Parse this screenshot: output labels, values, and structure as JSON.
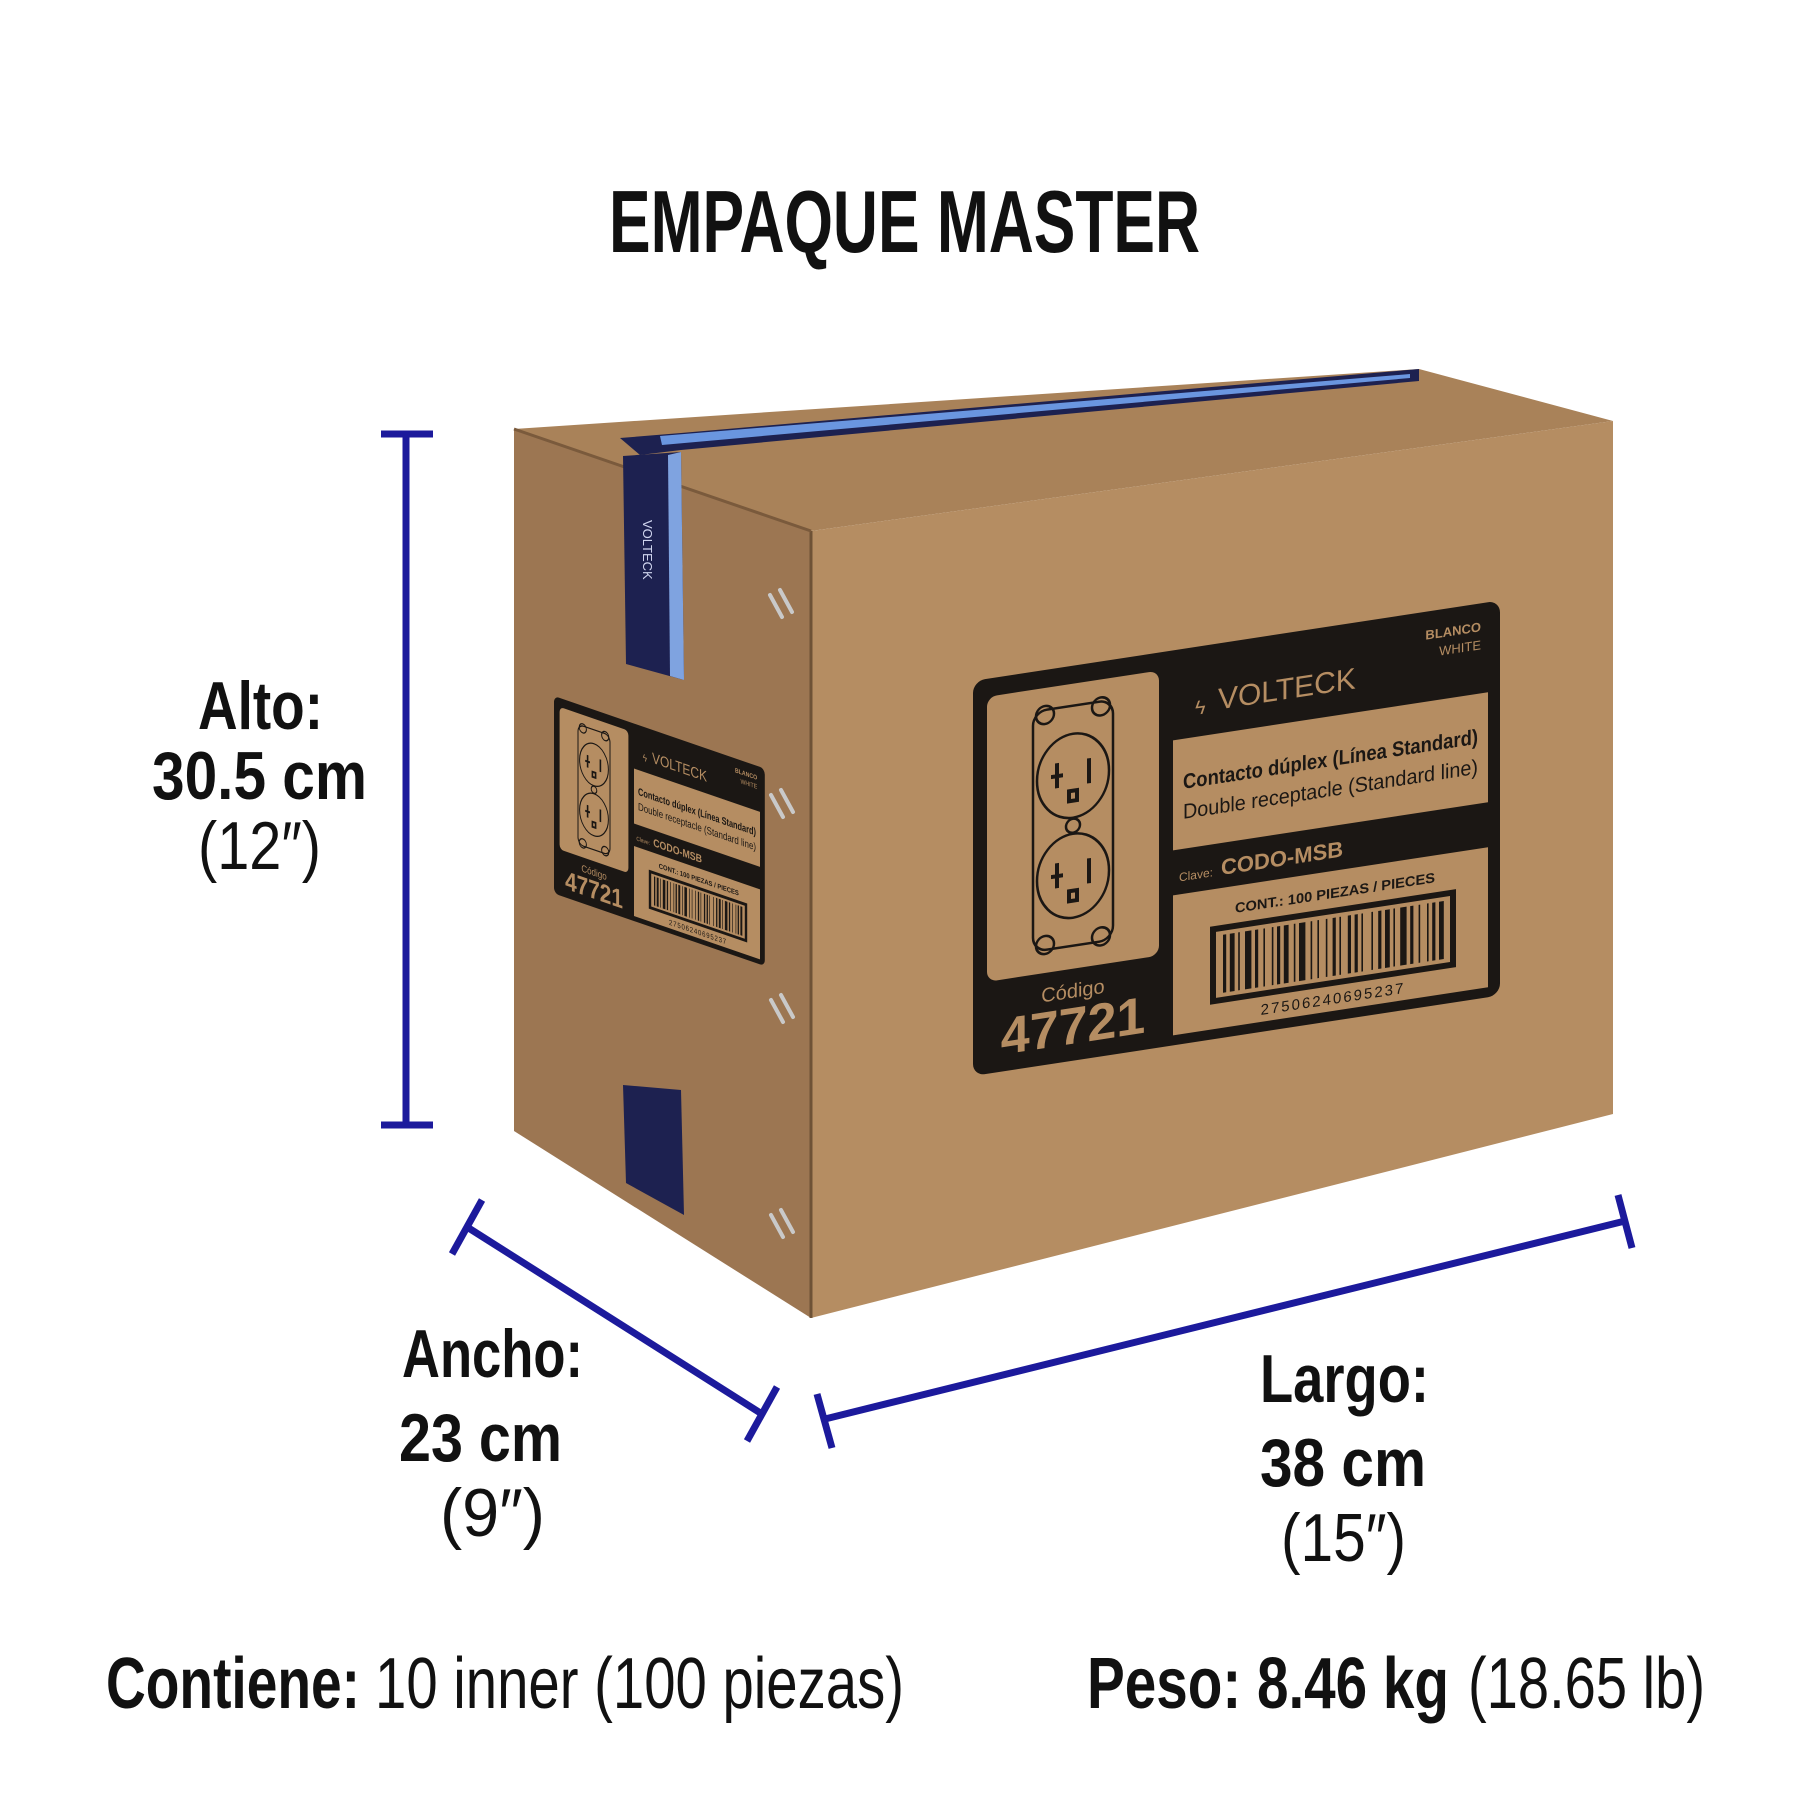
{
  "title": "EMPAQUE MASTER",
  "dimensions": {
    "alto": {
      "label": "Alto:",
      "metric": "30.5 cm",
      "imperial": "(12″)"
    },
    "ancho": {
      "label": "Ancho:",
      "metric": "23 cm",
      "imperial": "(9″)"
    },
    "largo": {
      "label": "Largo:",
      "metric": "38 cm",
      "imperial": "(15″)"
    }
  },
  "footer": {
    "contents_label": "Contiene:",
    "contents_value": "10 inner (100 piezas)",
    "weight_label": "Peso: 8.46 kg",
    "weight_value": "(18.65 lb)"
  },
  "box_label": {
    "brand": "VOLTECK",
    "color_es": "BLANCO",
    "color_en": "WHITE",
    "product_es": "Contacto dúplex (Línea Standard)",
    "product_en": "Double receptacle (Standard line)",
    "clave_label": "Clave:",
    "clave_value": "CODO-MSB",
    "contents": "CONT.: 100 PIEZAS / PIECES",
    "barcode_number": "27506240695237",
    "codigo_label": "Código",
    "codigo_value": "47721"
  },
  "colors": {
    "dimension_line": "#1c1a9c",
    "cardboard_front": "#b58d62",
    "cardboard_side": "#9c7652",
    "label_ink": "#1b1714",
    "tape": "#1d2150"
  }
}
